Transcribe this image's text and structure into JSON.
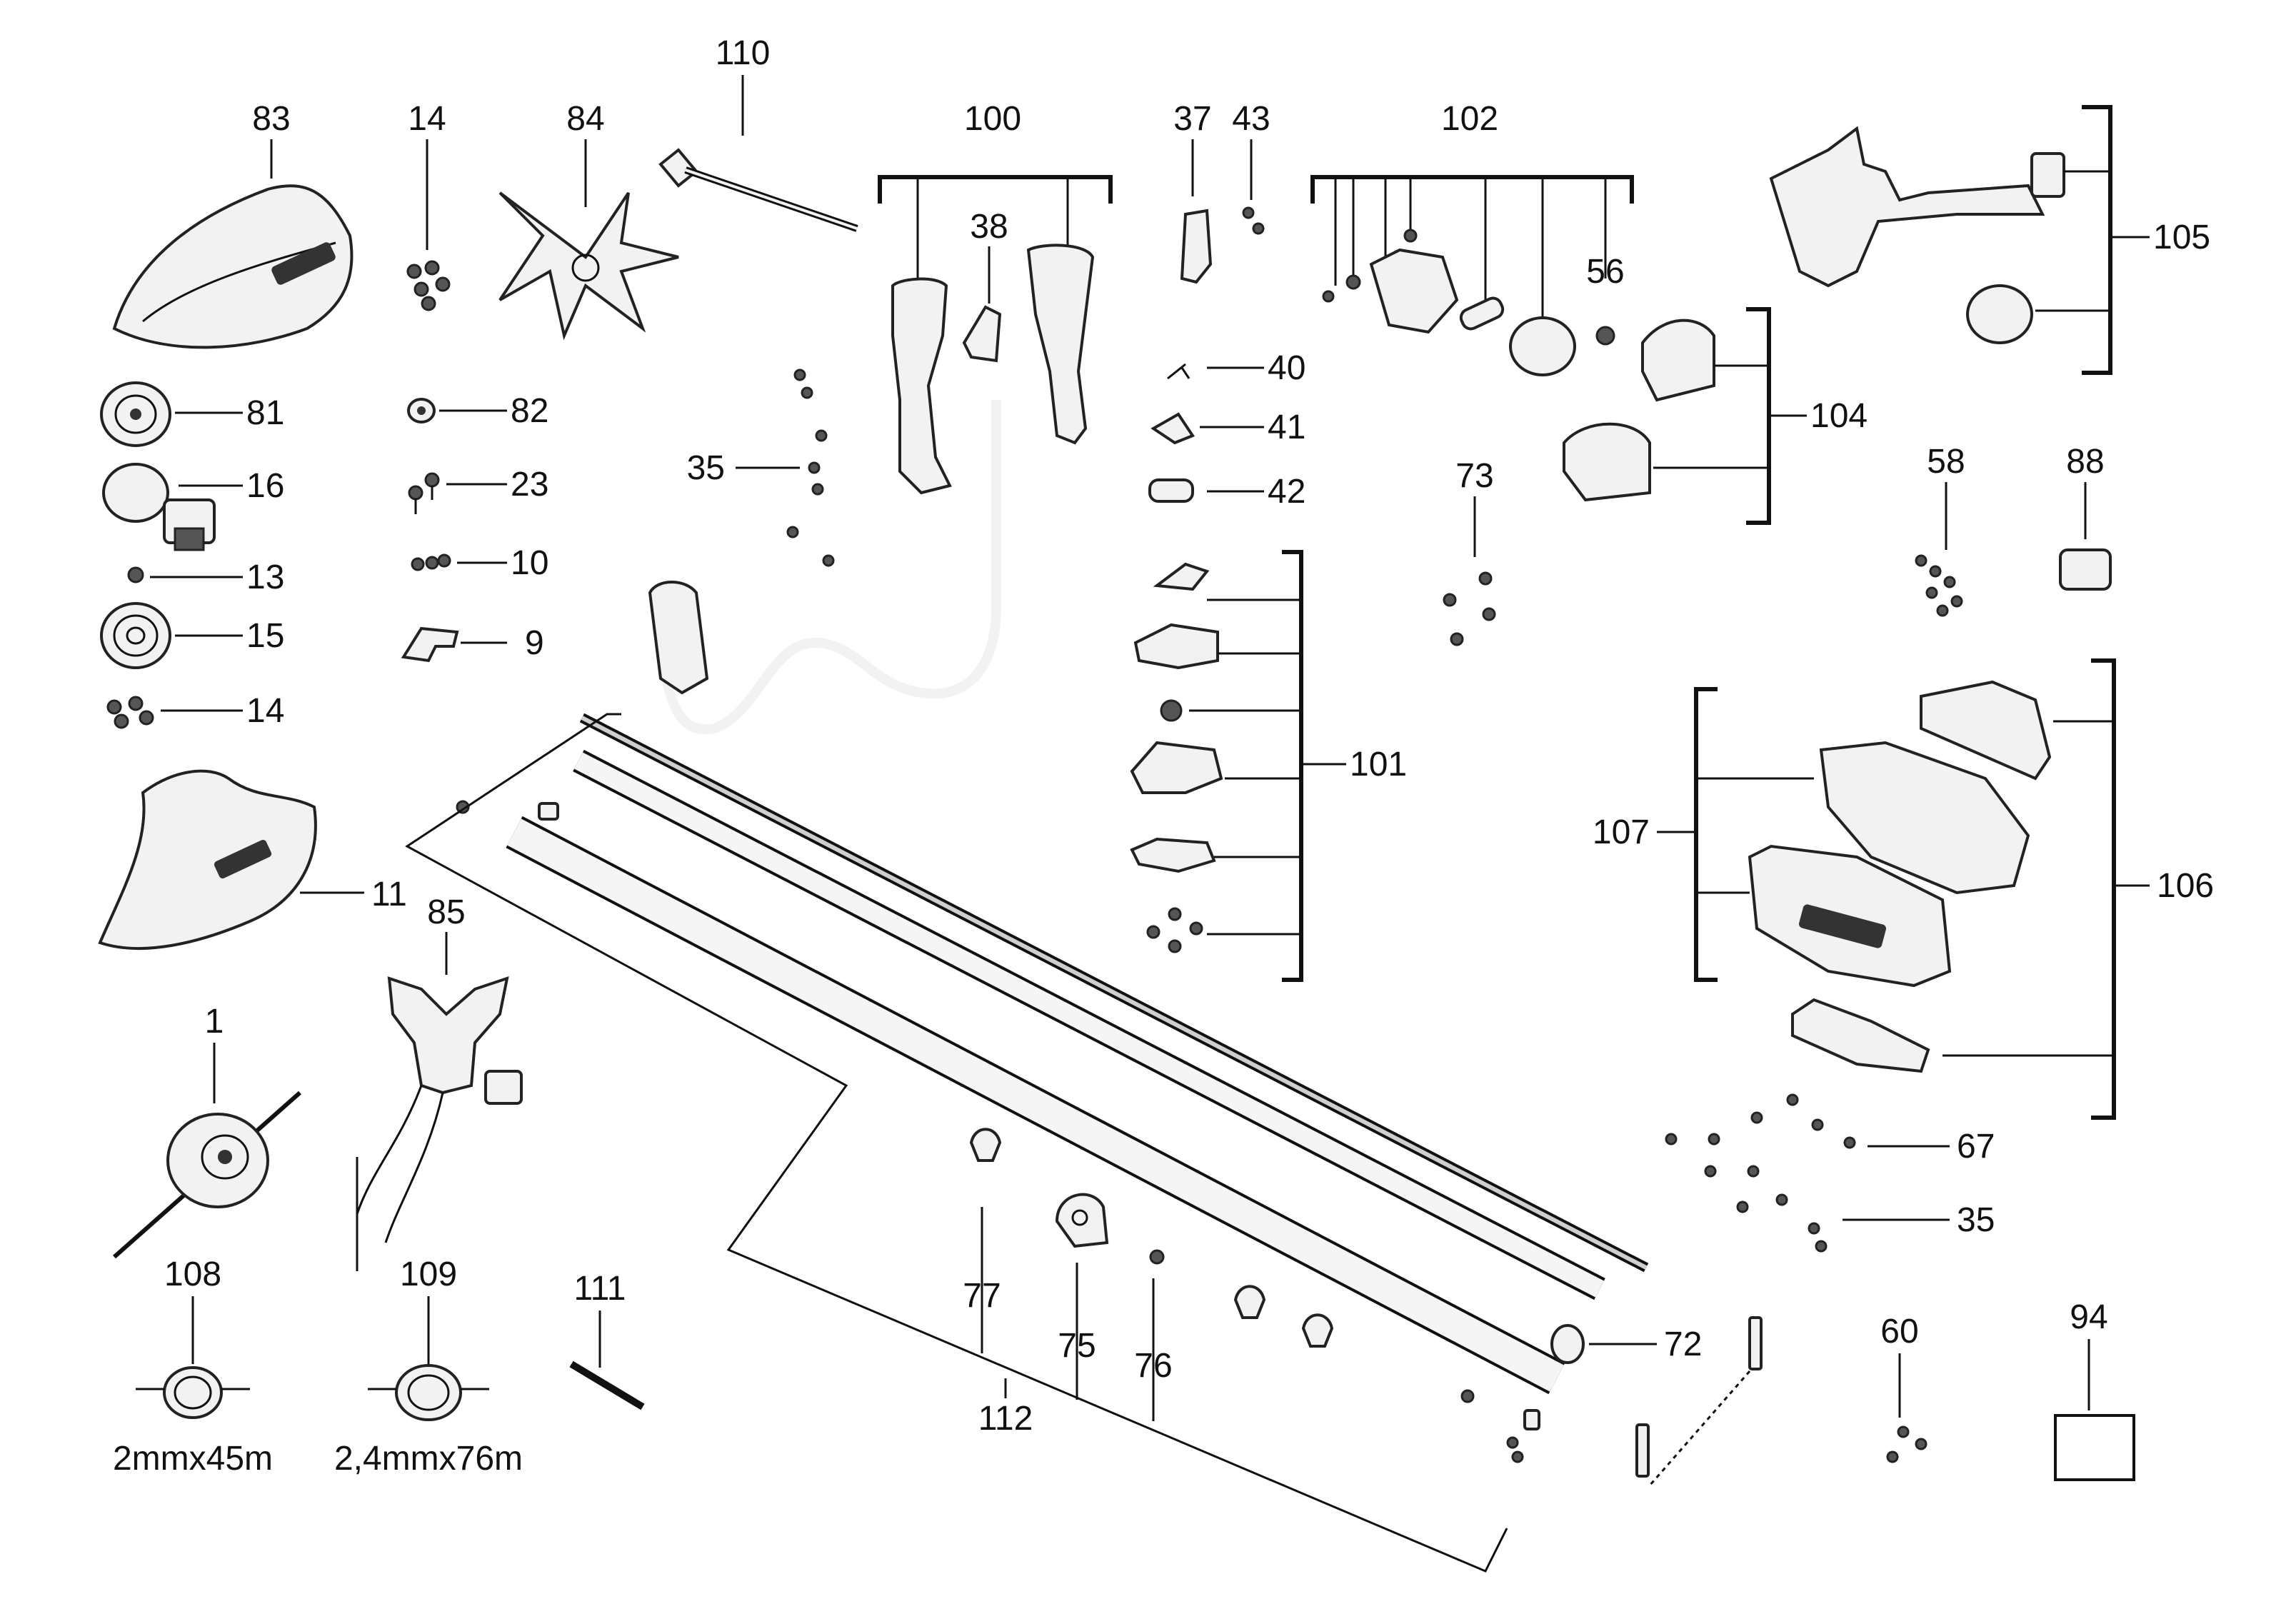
{
  "diagram": {
    "part_numbers": {
      "p1": "1",
      "p9": "9",
      "p10": "10",
      "p11": "11",
      "p13": "13",
      "p14a": "14",
      "p14b": "14",
      "p15": "15",
      "p16": "16",
      "p23": "23",
      "p35a": "35",
      "p35b": "35",
      "p37": "37",
      "p38": "38",
      "p40": "40",
      "p41": "41",
      "p42": "42",
      "p43": "43",
      "p56": "56",
      "p58": "58",
      "p60": "60",
      "p67": "67",
      "p72": "72",
      "p73": "73",
      "p75": "75",
      "p76": "76",
      "p77": "77",
      "p81": "81",
      "p82": "82",
      "p83": "83",
      "p84": "84",
      "p85": "85",
      "p88": "88",
      "p94": "94",
      "p100": "100",
      "p101": "101",
      "p102": "102",
      "p104": "104",
      "p105": "105",
      "p106": "106",
      "p107": "107",
      "p108": "108",
      "p109": "109",
      "p110": "110",
      "p111": "111",
      "p112": "112"
    },
    "spec_labels": {
      "line_108": "2mmx45m",
      "line_109": "2,4mmx76m"
    },
    "colors": {
      "ink": "#111111",
      "part_fill": "#f2f2f2",
      "dark_fill": "#555555",
      "background": "#ffffff"
    }
  }
}
